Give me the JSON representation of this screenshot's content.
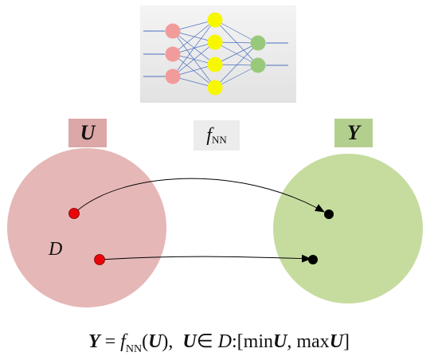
{
  "domain_space_label": "U",
  "codomain_space_label": "Y",
  "mapping_label": {
    "main": "f",
    "sub": "NN"
  },
  "subset_label": "D",
  "formula": {
    "lhs": "Y",
    "eq": " = ",
    "f": "f",
    "f_sub": "NN",
    "arg_open": "(",
    "arg": "U",
    "arg_close": "),",
    "spacer": "  ",
    "member": "U",
    "in_symbol": "∈ ",
    "set": "D",
    "range_open": ":[min",
    "min_arg": "U",
    "comma": ", max",
    "max_arg": "U",
    "range_close": "]"
  },
  "colors": {
    "domain_fill": "#e6b7b7",
    "codomain_fill": "#c6dc9f",
    "source_point": "#e8060a",
    "target_point": "#000000",
    "input_neuron": "#f29b9b",
    "hidden_neuron": "#f7f700",
    "output_neuron": "#98c97a",
    "nn_background": "#ececec"
  },
  "neural_net": {
    "input_neurons": 3,
    "hidden_neurons": 4,
    "output_neurons": 2
  }
}
